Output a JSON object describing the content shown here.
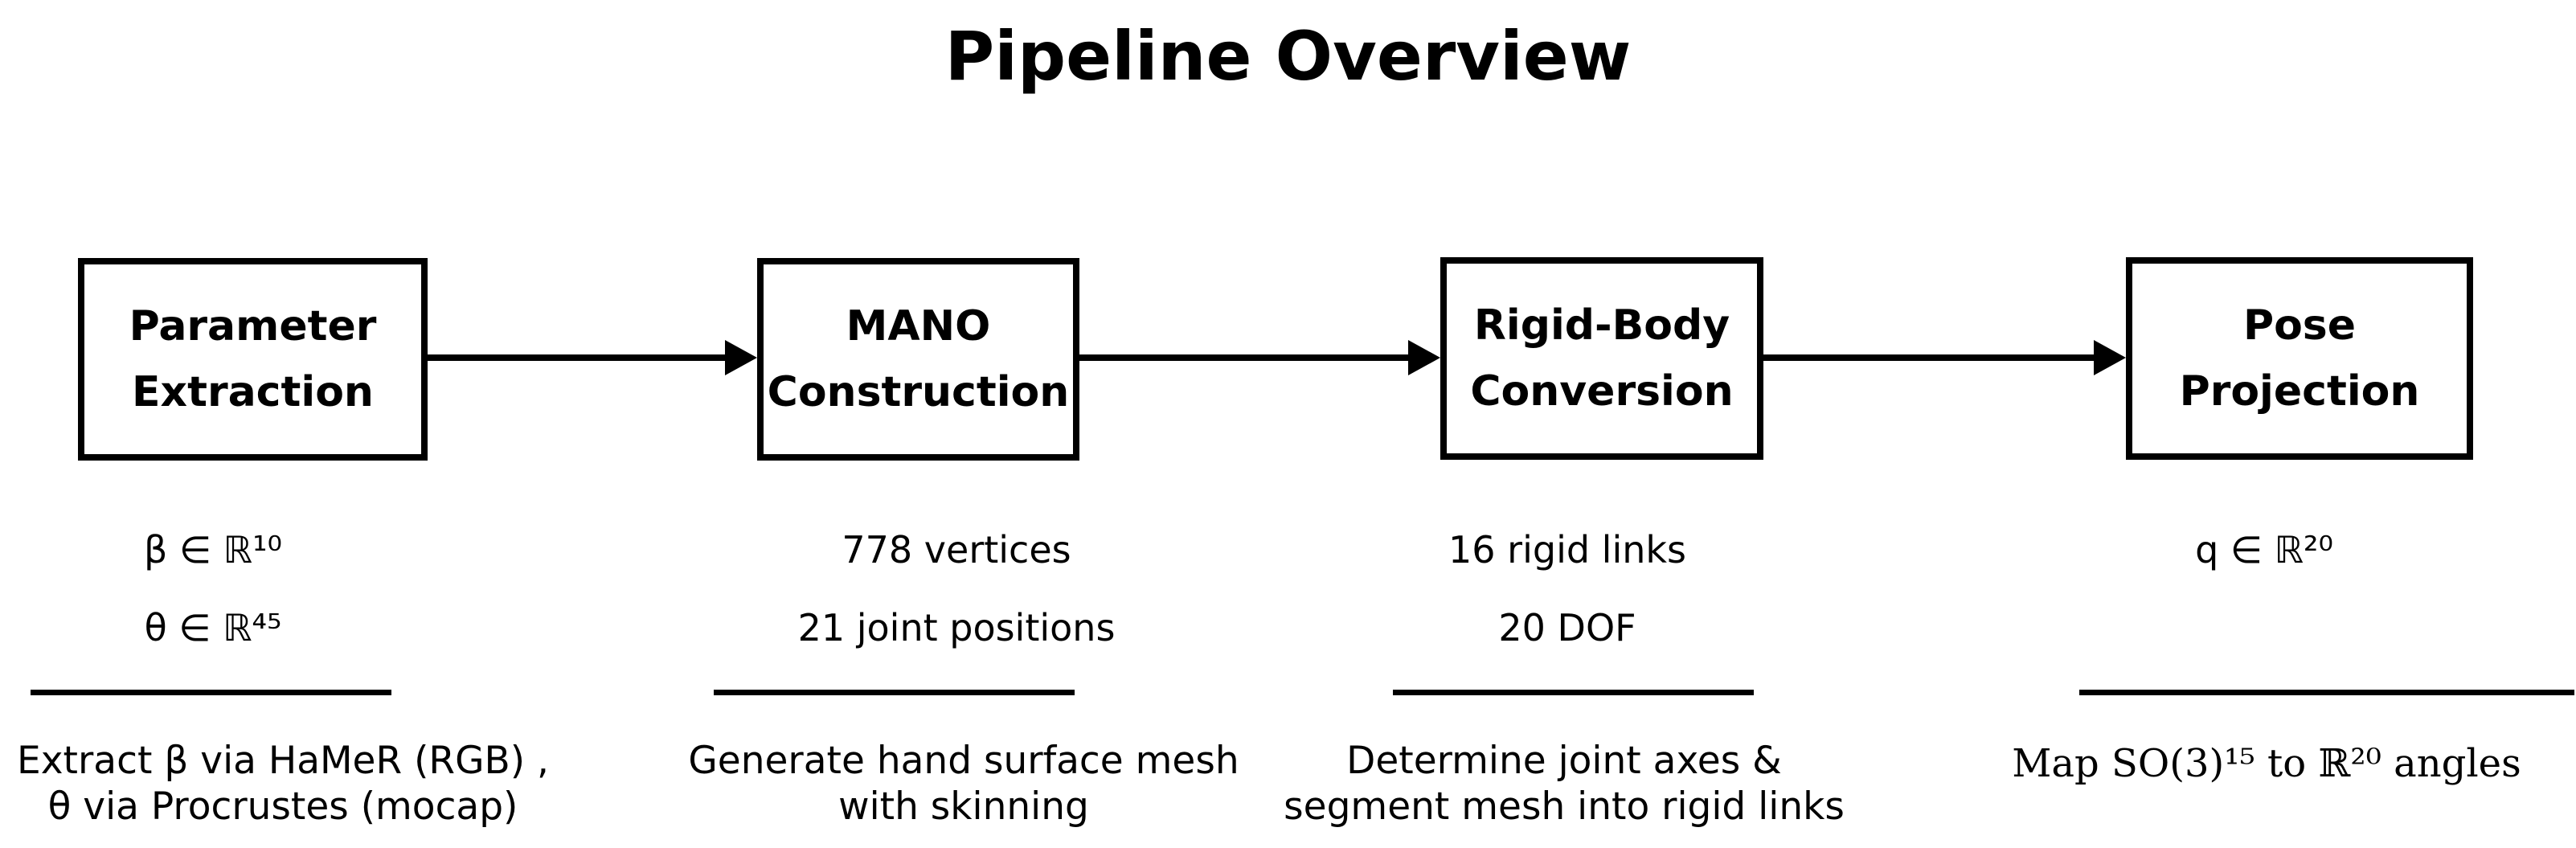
{
  "title": "Pipeline Overview",
  "colors": {
    "ink": "#000000",
    "background": "#ffffff"
  },
  "stages": [
    {
      "label": "Parameter\nExtraction",
      "stats": [
        "β ∈ ℝ¹⁰",
        "θ ∈ ℝ⁴⁵"
      ],
      "description": "Extract β via HaMeR (RGB) ,\nθ via Procrustes (mocap)"
    },
    {
      "label": "MANO\nConstruction",
      "stats": [
        "778 vertices",
        "21 joint positions"
      ],
      "description": "Generate hand surface mesh\nwith skinning"
    },
    {
      "label": "Rigid-Body\nConversion",
      "stats": [
        "16 rigid links",
        "20 DOF"
      ],
      "description": "Determine joint axes &\nsegment mesh into rigid links"
    },
    {
      "label": "Pose\nProjection",
      "stats": [
        "q ∈ ℝ²⁰"
      ],
      "description": "Map SO(3)¹⁵ to ℝ²⁰ angles"
    }
  ]
}
